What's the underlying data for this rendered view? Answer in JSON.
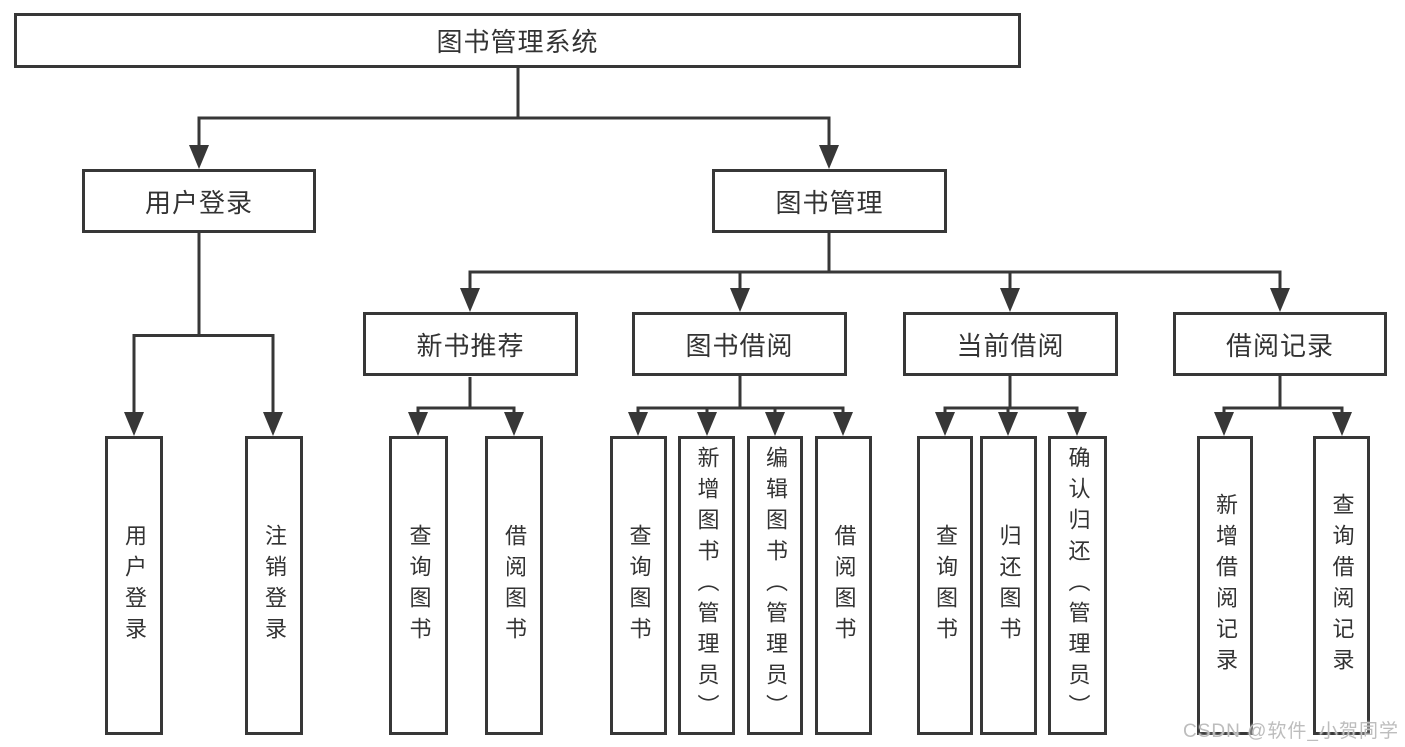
{
  "root": {
    "label": "图书管理系统",
    "children": [
      {
        "label": "用户登录",
        "children": [
          {
            "label": "用户登录"
          },
          {
            "label": "注销登录"
          }
        ]
      },
      {
        "label": "图书管理",
        "children": [
          {
            "label": "新书推荐",
            "children": [
              {
                "label": "查询图书"
              },
              {
                "label": "借阅图书"
              }
            ]
          },
          {
            "label": "图书借阅",
            "children": [
              {
                "label": "查询图书"
              },
              {
                "label": "新增图书（管理员）"
              },
              {
                "label": "编辑图书（管理员）"
              },
              {
                "label": "借阅图书"
              }
            ]
          },
          {
            "label": "当前借阅",
            "children": [
              {
                "label": "查询图书"
              },
              {
                "label": "归还图书"
              },
              {
                "label": "确认归还（管理员）"
              }
            ]
          },
          {
            "label": "借阅记录",
            "children": [
              {
                "label": "新增借阅记录"
              },
              {
                "label": "查询借阅记录"
              }
            ]
          }
        ]
      }
    ]
  },
  "watermark": "CSDN @软件_小贺同学",
  "colors": {
    "line": "#373737",
    "text": "#333333",
    "watermark": "#bdbdbd",
    "background": "#ffffff"
  }
}
